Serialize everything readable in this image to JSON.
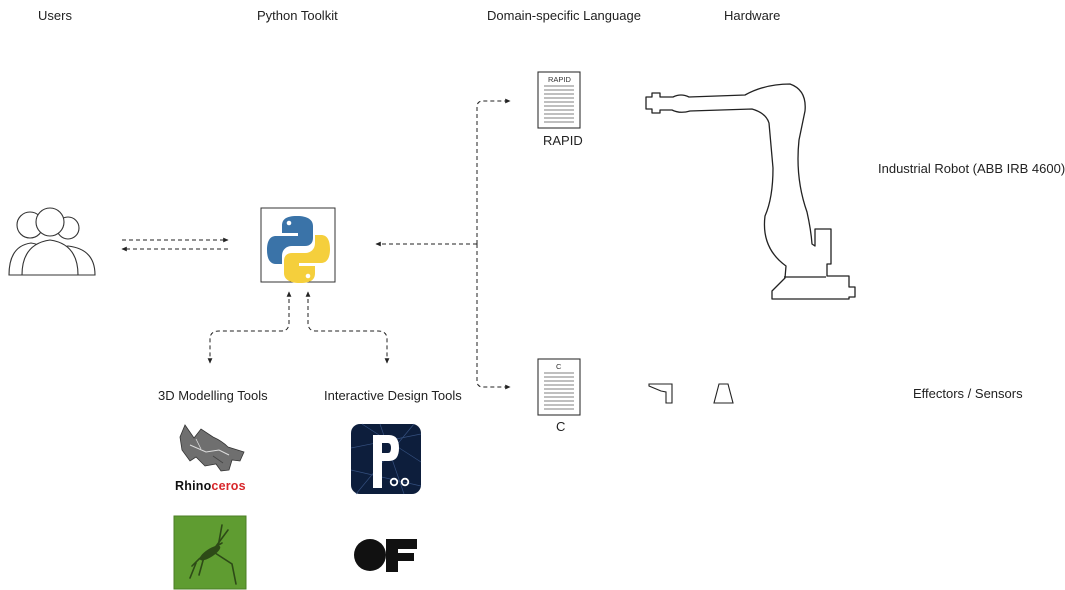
{
  "headers": {
    "users": "Users",
    "python_toolkit": "Python Toolkit",
    "dsl": "Domain-specific Language",
    "hardware": "Hardware"
  },
  "labels": {
    "modelling_tools": "3D Modelling Tools",
    "interactive_tools": "Interactive Design Tools",
    "rapid_caption": "RAPID",
    "rapid_doc_tag": "RAPID",
    "c_caption": "C",
    "c_doc_tag": "C",
    "robot": "Industrial Robot (ABB IRB 4600)",
    "effectors": "Effectors / Sensors"
  },
  "logos": {
    "rhino_part1": "Rhino",
    "rhino_part2": "ceros"
  },
  "colors": {
    "python_blue": "#3a73a8",
    "python_yellow": "#f5cf3c",
    "rhino_red": "#d8262a",
    "grasshopper_green": "#5f9c31",
    "processing_bg": "#0d1e3c"
  },
  "icons": [
    "users-icon",
    "python-logo-icon",
    "rapid-document-icon",
    "c-document-icon",
    "industrial-robot-icon",
    "rhinoceros-logo-icon",
    "grasshopper-logo-icon",
    "processing-logo-icon",
    "openframeworks-logo-icon",
    "gripper-effector-icon",
    "sensor-effector-icon"
  ]
}
